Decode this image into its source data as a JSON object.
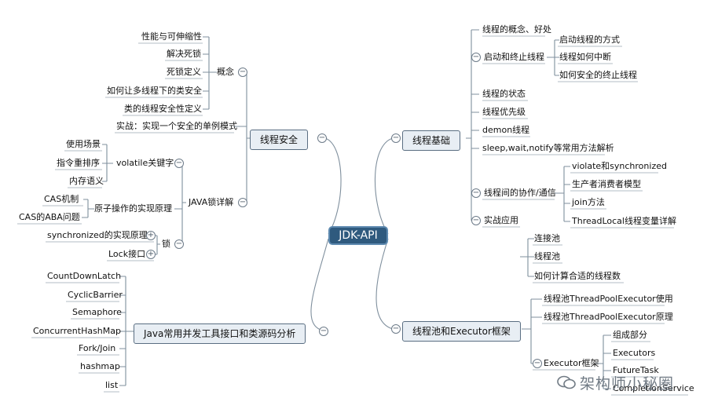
{
  "root": "JDK-API",
  "right": {
    "threading_basics": {
      "label": "线程基础",
      "items": [
        "线程的概念、好处",
        "启动和终止线程",
        "线程的状态",
        "线程优先级",
        "demon线程",
        "sleep,wait,notify等常用方法解析",
        "线程间的协作/通信",
        "实战应用"
      ],
      "start_stop_children": [
        "启动线程的方式",
        "线程如何中断",
        "如何安全的终止线程"
      ],
      "cooperation_children": [
        "violate和synchronized",
        "生产者消费者模型",
        "join方法",
        "ThreadLocal线程变量详解"
      ],
      "practice_children": [
        "连接池",
        "线程池",
        "如何计算合适的线程数"
      ]
    },
    "thread_pool": {
      "label": "线程池和Executor框架",
      "items": [
        "线程池ThreadPoolExecutor使用",
        "线程池ThreadPoolExecutor原理",
        "Executor框架"
      ],
      "executor_children": [
        "组成部分",
        "Executors",
        "FutureTask",
        "CompletionService"
      ]
    }
  },
  "left": {
    "thread_safety": {
      "label": "线程安全",
      "concept": {
        "label": "概念",
        "children": [
          "性能与可伸缩性",
          "解决死锁",
          "死锁定义",
          "如何让多线程下的类安全",
          "类的线程安全性定义"
        ]
      },
      "practice": "实战：实现一个安全的单例模式",
      "java_lock": {
        "label": "JAVA锁详解",
        "volatile": {
          "label": "volatile关键字",
          "children": [
            "使用场景",
            "指令重排序",
            "内存语义"
          ]
        },
        "atomic": {
          "label": "原子操作的实现原理",
          "children": [
            "CAS机制",
            "CAS的ABA问题"
          ]
        },
        "lock": {
          "label": "锁",
          "children": [
            "synchronized的实现原理",
            "Lock接口"
          ]
        }
      }
    },
    "concurrency_tools": {
      "label": "Java常用并发工具接口和类源码分析",
      "children": [
        "CountDownLatch",
        "CyclicBarrier",
        "Semaphore",
        "ConcurrentHashMap",
        "Fork/Join",
        "hashmap",
        "list"
      ]
    }
  },
  "watermark": "架构师小秘圈",
  "colors": {
    "line": "#7f8f9d",
    "root_fill": "#2f5a7e",
    "node_fill": "#e8eef4",
    "node_border": "#5a6e82"
  }
}
